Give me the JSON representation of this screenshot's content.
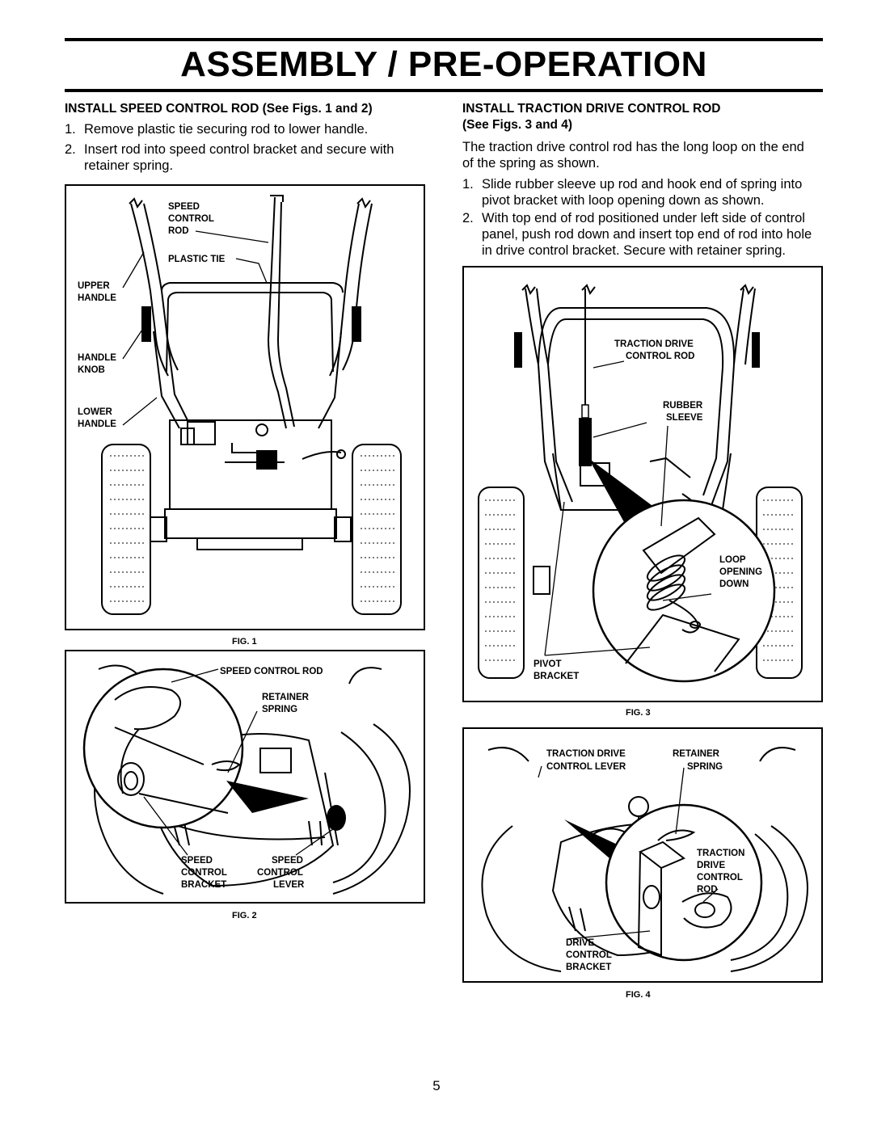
{
  "page": {
    "title": "ASSEMBLY / PRE-OPERATION",
    "page_number": "5"
  },
  "left": {
    "heading": "INSTALL SPEED CONTROL ROD (See Figs. 1 and 2)",
    "steps": [
      {
        "num": "1.",
        "text": "Remove plastic tie securing rod to lower handle."
      },
      {
        "num": "2.",
        "text_line1": "Insert rod into speed control bracket and secure with",
        "text_line2": "retainer spring."
      }
    ]
  },
  "right": {
    "heading_line1": "INSTALL TRACTION DRIVE CONTROL ROD",
    "heading_line2": "(See Figs. 3 and 4)",
    "intro_line1": "The traction drive control rod has the long loop on the end",
    "intro_line2": "of the spring as shown.",
    "steps": [
      {
        "num": "1.",
        "line1": "Slide rubber sleeve up rod and hook end of spring into",
        "line2": "pivot bracket with loop opening down as shown."
      },
      {
        "num": "2.",
        "line1": "With top end of rod positioned under left side of control",
        "line2": "panel, push rod down and insert top end of rod into hole",
        "line3": "in drive control bracket.  Secure with retainer spring."
      }
    ]
  },
  "fig1": {
    "caption": "FIG. 1",
    "labels": {
      "speed": "SPEED",
      "control": "CONTROL",
      "rod": "ROD",
      "plastic_tie": "PLASTIC TIE",
      "upper": "UPPER",
      "upper_handle": "HANDLE",
      "handle": "HANDLE",
      "knob": "KNOB",
      "lower": "LOWER",
      "lower_handle": "HANDLE"
    }
  },
  "fig2": {
    "caption": "FIG. 2",
    "labels": {
      "speed_control_rod": "SPEED CONTROL ROD",
      "retainer": "RETAINER",
      "spring": "SPRING",
      "speed1": "SPEED",
      "control1": "CONTROL",
      "bracket": "BRACKET",
      "speed2": "SPEED",
      "control2": "CONTROL",
      "lever": "LEVER"
    }
  },
  "fig3": {
    "caption": "FIG. 3",
    "labels": {
      "traction_drive": "TRACTION DRIVE",
      "control_rod": "CONTROL ROD",
      "rubber": "RUBBER",
      "sleeve": "SLEEVE",
      "loop": "LOOP",
      "opening": "OPENING",
      "down": "DOWN",
      "pivot": "PIVOT",
      "bracket": "BRACKET"
    }
  },
  "fig4": {
    "caption": "FIG. 4",
    "labels": {
      "traction_drive": "TRACTION DRIVE",
      "control_lever": "CONTROL LEVER",
      "retainer": "RETAINER",
      "spring": "SPRING",
      "traction": "TRACTION",
      "drive": "DRIVE",
      "control": "CONTROL",
      "rod": "ROD",
      "drive2": "DRIVE",
      "control2": "CONTROL",
      "bracket": "BRACKET"
    }
  }
}
